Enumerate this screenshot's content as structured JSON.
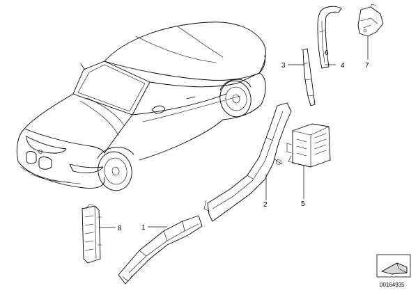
{
  "callouts": [
    "1",
    "2",
    "3",
    "4",
    "5",
    "6",
    "7",
    "8"
  ],
  "document_number": "00164935"
}
